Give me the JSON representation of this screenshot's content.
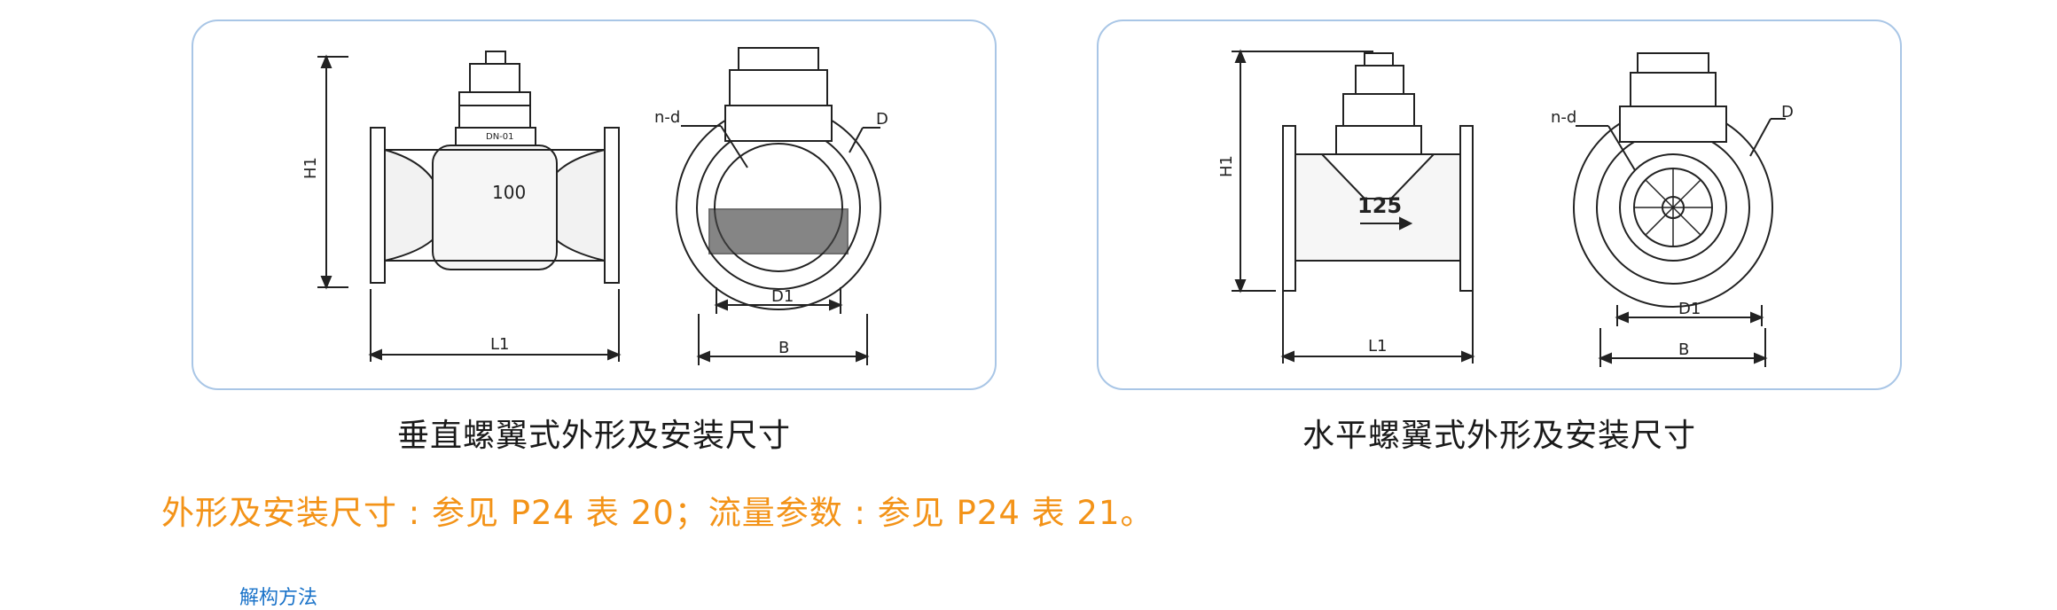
{
  "diagrams": {
    "left": {
      "caption": "垂直螺翼式外形及安装尺寸",
      "labels": {
        "h1": "H1",
        "l1": "L1",
        "nd": "n-d",
        "d": "D",
        "d1": "D1",
        "b": "B",
        "size": "100",
        "small": "DN-01"
      }
    },
    "right": {
      "caption": "水平螺翼式外形及安装尺寸",
      "labels": {
        "h1": "H1",
        "l1": "L1",
        "nd": "n-d",
        "d": "D",
        "d1": "D1",
        "b": "B",
        "size": "125"
      }
    }
  },
  "note": "外形及安装尺寸 : 参见 P24 表 20；流量参数 : 参见 P24 表 21。",
  "footer_link": "解构方法",
  "colors": {
    "border": "#a9c6e6",
    "note": "#f39318",
    "link": "#1a73c9"
  }
}
